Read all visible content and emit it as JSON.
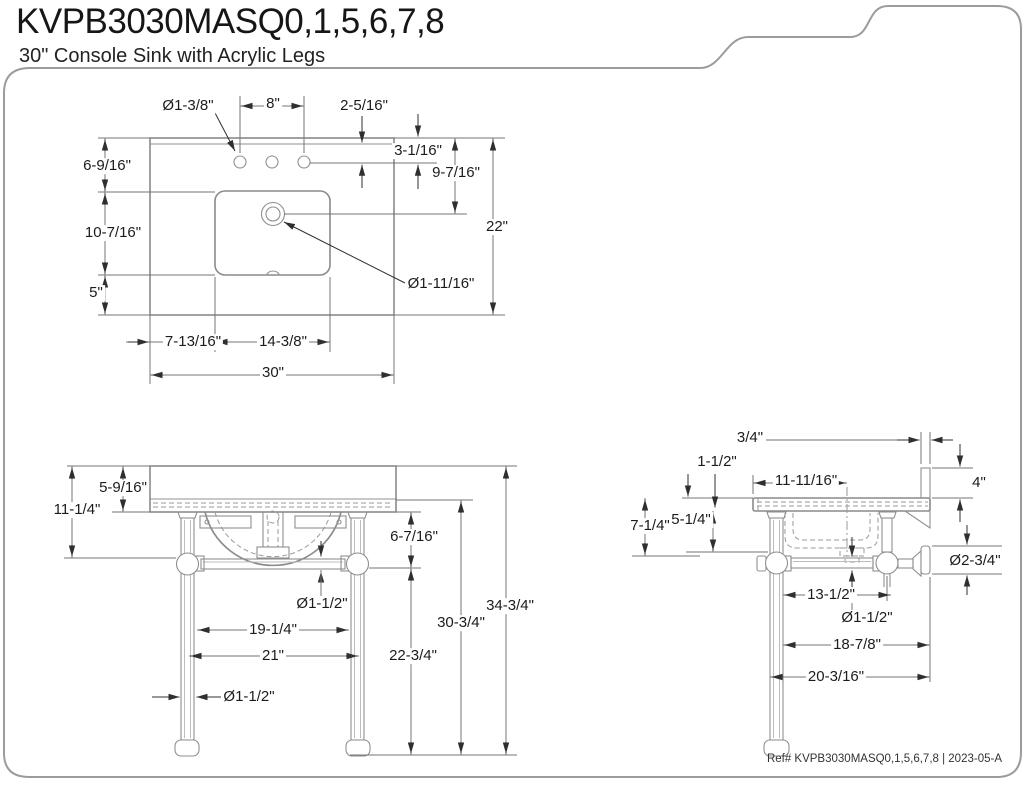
{
  "header": {
    "title": "KVPB3030MASQ0,1,5,6,7,8",
    "subtitle": "30\" Console Sink with Acrylic Legs"
  },
  "top_view": {
    "hole_diameter": "Ø1-3/8\"",
    "hole_spacing": "8\"",
    "backsplash_to_holes": "2-5/16\"",
    "deck_to_holes": "3-1/16\"",
    "deck_to_drain": "9-7/16\"",
    "depth": "22\"",
    "deck_to_basin": "6-9/16\"",
    "basin_length": "10-7/16\"",
    "basin_to_front": "5\"",
    "basin_offset_left": "7-13/16\"",
    "basin_width": "14-3/8\"",
    "overall_width": "30\"",
    "drain_diameter": "Ø1-11/16\""
  },
  "front_view": {
    "countertop_height": "5-9/16\"",
    "top_to_crossbar": "11-1/4\"",
    "underside_to_crossbar": "6-7/16\"",
    "crossbar_diameter": "Ø1-1/2\"",
    "legs_inside_spacing": "19-1/4\"",
    "legs_spacing": "21\"",
    "leg_diameter": "Ø1-1/2\"",
    "floor_to_crossbar": "22-3/4\"",
    "floor_to_underside": "30-3/4\"",
    "overall_height": "34-3/4\""
  },
  "side_view": {
    "backsplash_thickness": "3/4\"",
    "backsplash_height": "4\"",
    "countertop_thickness": "1-1/2\"",
    "front_to_drain_center": "11-11/16\"",
    "top_to_side_rail": "7-1/4\"",
    "underside_to_basin_bottom": "5-1/4\"",
    "wall_flange_diameter": "Ø2-3/4\"",
    "leg_to_rear_post": "13-1/2\"",
    "side_rail_diameter": "Ø1-1/2\"",
    "leg_to_wall": "18-7/8\"",
    "overall_front_to_wall": "20-3/16\""
  },
  "footer": {
    "ref": "Ref# KVPB3030MASQ0,1,5,6,7,8 | 2023-05-A"
  },
  "colors": {
    "object_line": "#8a8a8a",
    "dimension_line": "#757575",
    "text": "#1c1c1c",
    "sheet_border": "#9c9c9c"
  }
}
